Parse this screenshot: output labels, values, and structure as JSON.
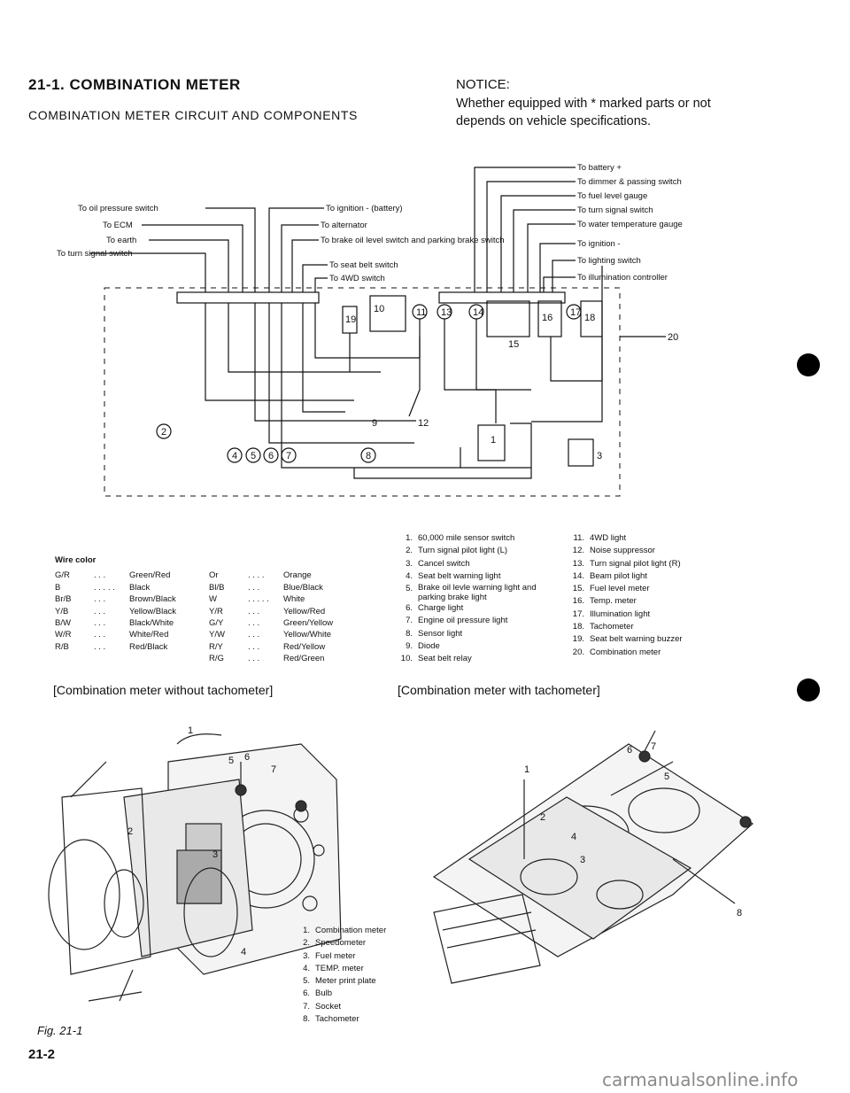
{
  "header": {
    "section_title": "21-1. COMBINATION METER",
    "subtitle": "COMBINATION METER CIRCUIT AND COMPONENTS",
    "notice_heading": "NOTICE:",
    "notice_body": "Whether equipped with * marked parts or not depends on vehicle specifications."
  },
  "circuit": {
    "left_labels": [
      "To oil pressure switch",
      "To ECM",
      "To earth",
      "To turn signal switch"
    ],
    "mid_labels": [
      "To ignition - (battery)",
      "To alternator",
      "To brake oil level switch and parking brake switch",
      "To seat belt switch",
      "To 4WD switch"
    ],
    "right_labels": [
      "To battery +",
      "To dimmer & passing switch",
      "To fuel level gauge",
      "To turn signal switch",
      "To water temperature gauge",
      "To ignition -",
      "To lighting switch",
      "To illumination controller"
    ],
    "numbers": {
      "n1": "1",
      "n2": "2",
      "n3": "3",
      "n4": "4",
      "n5": "5",
      "n6": "6",
      "n7": "7",
      "n8": "8",
      "n9": "9",
      "n10": "10",
      "n11": "11",
      "n12": "12",
      "n13": "13",
      "n14": "14",
      "n15": "15",
      "n16": "16",
      "n17": "17",
      "n18": "18",
      "n19": "19",
      "n20": "20"
    }
  },
  "wire_color": {
    "title": "Wire color",
    "left": [
      {
        "code": "G/R",
        "dots": ". . .",
        "name": "Green/Red"
      },
      {
        "code": "B",
        "dots": ". . . . .",
        "name": "Black"
      },
      {
        "code": "Br/B",
        "dots": ". . .",
        "name": "Brown/Black"
      },
      {
        "code": "Y/B",
        "dots": ". . .",
        "name": "Yellow/Black"
      },
      {
        "code": "B/W",
        "dots": ". . .",
        "name": "Black/White"
      },
      {
        "code": "W/R",
        "dots": ". . .",
        "name": "White/Red"
      },
      {
        "code": "R/B",
        "dots": ". . .",
        "name": "Red/Black"
      }
    ],
    "right": [
      {
        "code": "Or",
        "dots": ". . . .",
        "name": "Orange"
      },
      {
        "code": "Bl/B",
        "dots": ". . .",
        "name": "Blue/Black"
      },
      {
        "code": "W",
        "dots": ". . . . .",
        "name": "White"
      },
      {
        "code": "Y/R",
        "dots": ". . .",
        "name": "Yellow/Red"
      },
      {
        "code": "G/Y",
        "dots": ". . .",
        "name": "Green/Yellow"
      },
      {
        "code": "Y/W",
        "dots": ". . .",
        "name": "Yellow/White"
      },
      {
        "code": "R/Y",
        "dots": ". . .",
        "name": "Red/Yellow"
      },
      {
        "code": "R/G",
        "dots": ". . .",
        "name": "Red/Green"
      }
    ]
  },
  "legend_a": [
    {
      "n": "1.",
      "t": "60,000 mile sensor switch"
    },
    {
      "n": "2.",
      "t": "Turn signal pilot light (L)"
    },
    {
      "n": "3.",
      "t": "Cancel switch"
    },
    {
      "n": "4.",
      "t": "Seat belt warning light"
    },
    {
      "n": "5.",
      "t": "Brake oil levle warning light and parking brake light"
    },
    {
      "n": "6.",
      "t": "Charge light"
    },
    {
      "n": "7.",
      "t": "Engine oil pressure light"
    },
    {
      "n": "8.",
      "t": "Sensor light"
    },
    {
      "n": "9.",
      "t": "Diode"
    },
    {
      "n": "10.",
      "t": "Seat belt relay"
    }
  ],
  "legend_b": [
    {
      "n": "11.",
      "t": "4WD light"
    },
    {
      "n": "12.",
      "t": "Noise suppressor"
    },
    {
      "n": "13.",
      "t": "Turn signal pilot light (R)"
    },
    {
      "n": "14.",
      "t": "Beam pilot light"
    },
    {
      "n": "15.",
      "t": "Fuel level meter"
    },
    {
      "n": "16.",
      "t": "Temp. meter"
    },
    {
      "n": "17.",
      "t": "Illumination light"
    },
    {
      "n": "18.",
      "t": "Tachometer"
    },
    {
      "n": "19.",
      "t": "Seat belt warning buzzer"
    },
    {
      "n": "20.",
      "t": "Combination meter"
    }
  ],
  "captions": {
    "without": "[Combination meter without tachometer]",
    "with": "[Combination meter with tachometer]"
  },
  "parts_legend": [
    {
      "n": "1.",
      "t": "Combination meter"
    },
    {
      "n": "2.",
      "t": "Speedometer"
    },
    {
      "n": "3.",
      "t": "Fuel meter"
    },
    {
      "n": "4.",
      "t": "TEMP. meter"
    },
    {
      "n": "5.",
      "t": "Meter print plate"
    },
    {
      "n": "6.",
      "t": "Bulb"
    },
    {
      "n": "7.",
      "t": "Socket"
    },
    {
      "n": "8.",
      "t": "Tachometer"
    }
  ],
  "figure_label": "Fig. 21-1",
  "page_number": "21-2",
  "watermark": "carmanualsonline.info"
}
